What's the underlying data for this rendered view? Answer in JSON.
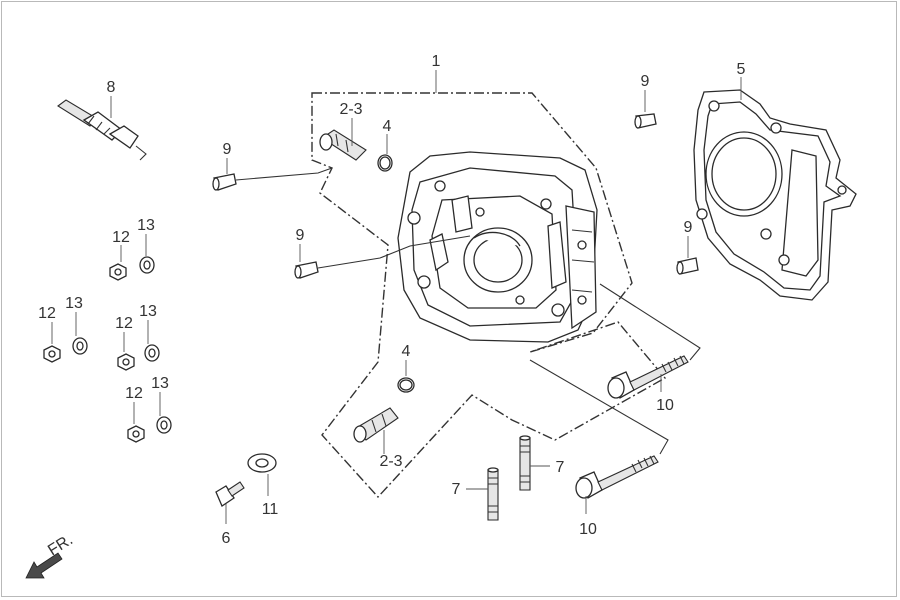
{
  "diagram": {
    "callouts": {
      "c1": "1",
      "c23_top": "2-3",
      "c23_bottom": "2-3",
      "c4_top": "4",
      "c4_bottom": "4",
      "c5": "5",
      "c6": "6",
      "c7_left": "7",
      "c7_right": "7",
      "c8": "8",
      "c9_a": "9",
      "c9_b": "9",
      "c9_c": "9",
      "c9_d": "9",
      "c10_upper": "10",
      "c10_lower": "10",
      "c11": "11",
      "c12_a": "12",
      "c12_b": "12",
      "c12_c": "12",
      "c12_d": "12",
      "c13_a": "13",
      "c13_b": "13",
      "c13_c": "13",
      "c13_d": "13"
    },
    "front_indicator": {
      "label": "FR.",
      "icon": "arrow-down-left-icon"
    },
    "colors": {
      "line": "#333333",
      "background": "#ffffff",
      "frame": "#b9b9b9"
    }
  }
}
